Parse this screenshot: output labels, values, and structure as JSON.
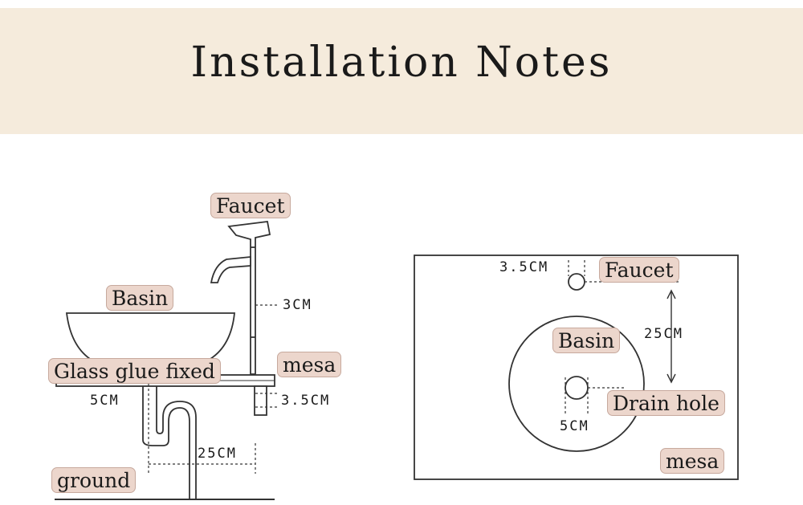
{
  "header": {
    "title": "Installation Notes"
  },
  "side_view": {
    "labels": {
      "faucet": "Faucet",
      "basin": "Basin",
      "glass_glue": "Glass glue fixed",
      "mesa": "mesa",
      "ground": "ground"
    },
    "dimensions": {
      "faucet_height": "3CM",
      "pipe_width": "5CM",
      "mesa_thickness": "3.5CM",
      "drain_offset": "25CM"
    }
  },
  "top_view": {
    "labels": {
      "faucet": "Faucet",
      "basin": "Basin",
      "drain_hole": "Drain hole",
      "mesa": "mesa"
    },
    "dimensions": {
      "faucet_hole": "3.5CM",
      "center_distance": "25CM",
      "drain_hole": "5CM"
    }
  },
  "colors": {
    "header_bg": "#f5ebdc",
    "label_bg": "#ecd6cc",
    "line": "#333333"
  }
}
